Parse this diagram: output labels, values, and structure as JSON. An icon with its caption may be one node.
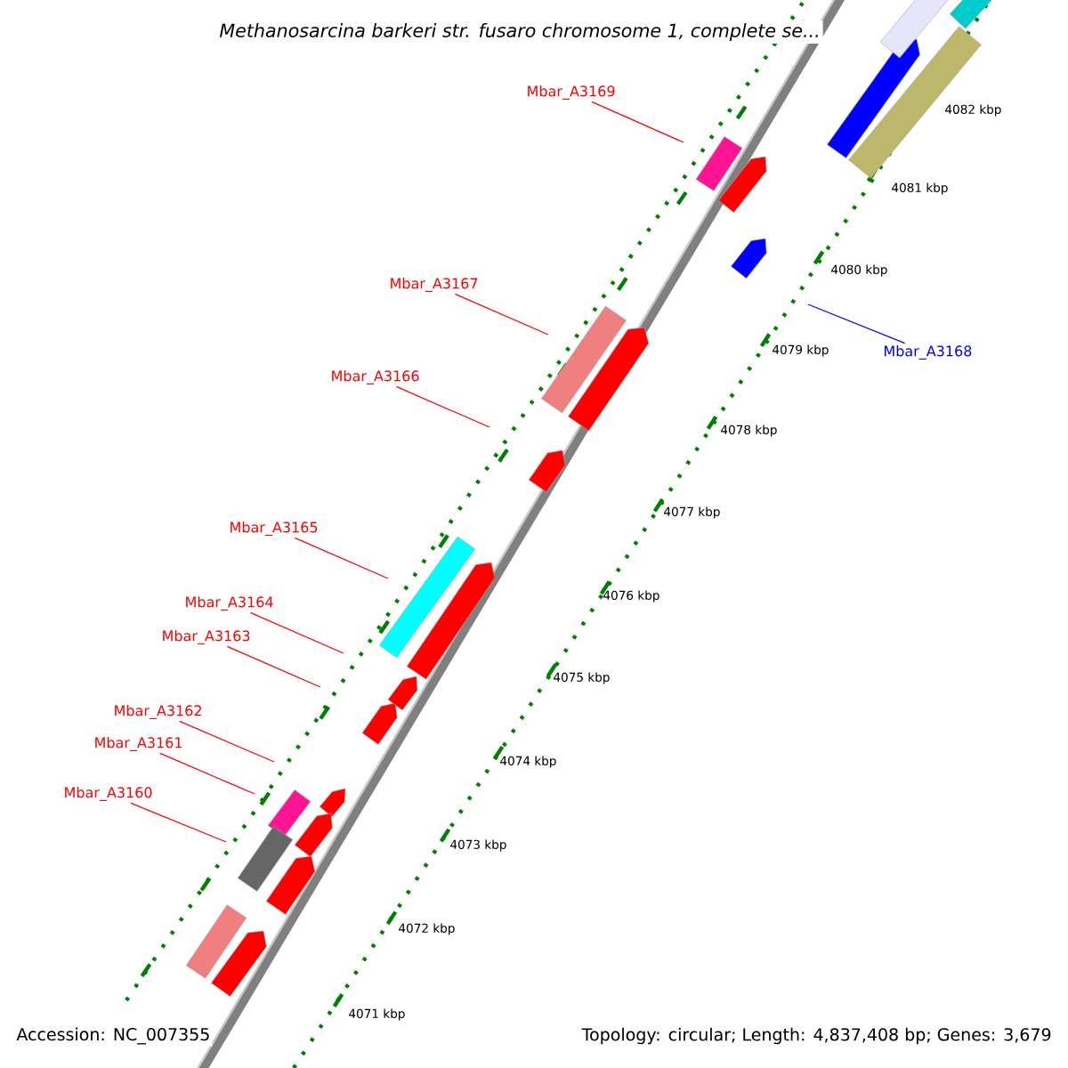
{
  "diagram": {
    "title": "Methanosarcina barkeri str. fusaro chromosome 1, complete se...",
    "nodes": [
      {
        "text": [
          "Mbar_A3169"
        ]
      },
      {
        "text": [
          "Mbar_A3167"
        ]
      },
      {
        "text": [
          "Mbar_A3168"
        ]
      },
      {
        "text": [
          "Mbar_A3166"
        ]
      },
      {
        "text": [
          "Mbar_A3165"
        ]
      },
      {
        "text": [
          "Mbar_A3164"
        ]
      },
      {
        "text": [
          "Mbar_A3163"
        ]
      },
      {
        "text": [
          "Mbar_A3162"
        ]
      },
      {
        "text": [
          "Mbar_A3161"
        ]
      },
      {
        "text": [
          "Mbar_A3160"
        ]
      }
    ],
    "edges": [
      {
        "from": 0,
        "to": null,
        "arrow": "none"
      },
      {
        "from": 1,
        "to": null,
        "arrow": "none"
      },
      {
        "from": 2,
        "to": null,
        "arrow": "none",
        "color": "#0000ff"
      },
      {
        "from": 3,
        "to": null,
        "arrow": "none"
      },
      {
        "from": 4,
        "to": null,
        "arrow": "none"
      },
      {
        "from": 5,
        "to": null,
        "arrow": "none"
      },
      {
        "from": 6,
        "to": null,
        "arrow": "none"
      },
      {
        "from": 7,
        "to": null,
        "arrow": "none"
      },
      {
        "from": 8,
        "to": null,
        "arrow": "none"
      },
      {
        "from": 9,
        "to": null,
        "arrow": "none"
      }
    ],
    "labels": [
      "4082 kbp",
      "4081 kbp",
      "4080 kbp",
      "4079 kbp",
      "4078 kbp",
      "4077 kbp",
      "4076 kbp",
      "4075 kbp",
      "4074 kbp",
      "4073 kbp",
      "4072 kbp",
      "4071 kbp",
      "Accession: NC_007355",
      "Topology: circular; Length: 4,837,408 bp; Genes: 3,679"
    ]
  }
}
